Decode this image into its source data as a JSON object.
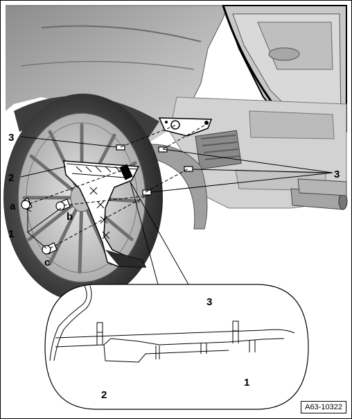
{
  "callouts": {
    "n3_top_left": "3",
    "n2_left": "2",
    "letter_a": "a",
    "letter_b": "b",
    "n1_left": "1",
    "letter_c": "c",
    "n3_right": "3",
    "n3_detail": "3",
    "n1_detail": "1",
    "n2_detail": "2"
  },
  "reference_code": "A63-10322",
  "colors": {
    "line": "#000000",
    "paper": "#ffffff",
    "shade_dark": "#6f6f6f",
    "shade_mid": "#a9a9a9",
    "shade_light": "#d4d4d4"
  }
}
